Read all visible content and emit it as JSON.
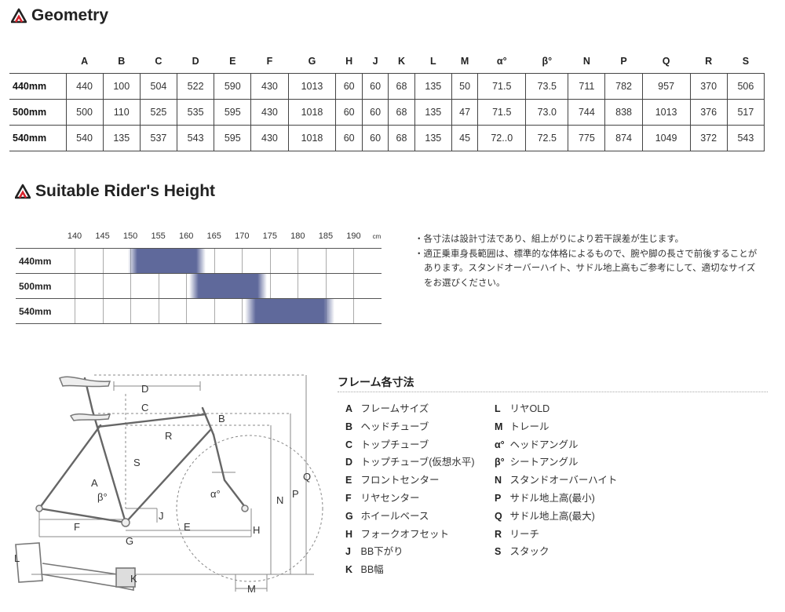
{
  "sections": {
    "geometry_title": "Geometry",
    "rider_title": "Suitable Rider's Height"
  },
  "geometry": {
    "columns": [
      "A",
      "B",
      "C",
      "D",
      "E",
      "F",
      "G",
      "H",
      "J",
      "K",
      "L",
      "M",
      "α°",
      "β°",
      "N",
      "P",
      "Q",
      "R",
      "S"
    ],
    "rows": [
      {
        "size": "440mm",
        "values": [
          "440",
          "100",
          "504",
          "522",
          "590",
          "430",
          "1013",
          "60",
          "60",
          "68",
          "135",
          "50",
          "71.5",
          "73.5",
          "711",
          "782",
          "957",
          "370",
          "506"
        ]
      },
      {
        "size": "500mm",
        "values": [
          "500",
          "110",
          "525",
          "535",
          "595",
          "430",
          "1018",
          "60",
          "60",
          "68",
          "135",
          "47",
          "71.5",
          "73.0",
          "744",
          "838",
          "1013",
          "376",
          "517"
        ]
      },
      {
        "size": "540mm",
        "values": [
          "540",
          "135",
          "537",
          "543",
          "595",
          "430",
          "1018",
          "60",
          "60",
          "68",
          "135",
          "45",
          "72..0",
          "72.5",
          "775",
          "874",
          "1049",
          "372",
          "543"
        ]
      }
    ]
  },
  "rider": {
    "scale": [
      "140",
      "145",
      "150",
      "155",
      "160",
      "165",
      "170",
      "175",
      "180",
      "185",
      "190"
    ],
    "unit": "cm",
    "rows": [
      {
        "size": "440mm",
        "from": 147,
        "to": 161
      },
      {
        "size": "500mm",
        "from": 158,
        "to": 172
      },
      {
        "size": "540mm",
        "from": 168,
        "to": 184
      }
    ]
  },
  "notes": [
    "・各寸法は設計寸法であり、組上がりにより若干誤差が生じます。",
    "・適正乗車身長範囲は、標準的な体格によるもので、腕や脚の長さで前後することがあります。スタンドオーバーハイト、サドル地上高もご参考にして、適切なサイズをお選びください。"
  ],
  "frame_legend": {
    "title": "フレーム各寸法",
    "left": [
      {
        "key": "A",
        "label": "フレームサイズ"
      },
      {
        "key": "B",
        "label": "ヘッドチューブ"
      },
      {
        "key": "C",
        "label": "トップチューブ"
      },
      {
        "key": "D",
        "label": "トップチューブ(仮想水平)"
      },
      {
        "key": "E",
        "label": "フロントセンター"
      },
      {
        "key": "F",
        "label": "リヤセンター"
      },
      {
        "key": "G",
        "label": "ホイールベース"
      },
      {
        "key": "H",
        "label": "フォークオフセット"
      },
      {
        "key": "J",
        "label": "BB下がり"
      },
      {
        "key": "K",
        "label": "BB幅"
      }
    ],
    "right": [
      {
        "key": "L",
        "label": "リヤOLD"
      },
      {
        "key": "M",
        "label": "トレール"
      },
      {
        "key": "α°",
        "label": "ヘッドアングル"
      },
      {
        "key": "β°",
        "label": "シートアングル"
      },
      {
        "key": "N",
        "label": "スタンドオーバーハイト"
      },
      {
        "key": "P",
        "label": "サドル地上高(最小)"
      },
      {
        "key": "Q",
        "label": "サドル地上高(最大)"
      },
      {
        "key": "R",
        "label": "リーチ"
      },
      {
        "key": "S",
        "label": "スタック"
      }
    ]
  },
  "diagram_labels": {
    "A": "A",
    "B": "B",
    "C": "C",
    "D": "D",
    "E": "E",
    "F": "F",
    "G": "G",
    "H": "H",
    "J": "J",
    "K": "K",
    "L": "L",
    "M": "M",
    "N": "N",
    "P": "P",
    "Q": "Q",
    "R": "R",
    "S": "S",
    "alpha": "α°",
    "beta": "β°"
  },
  "colors": {
    "accent_red": "#d9232d",
    "rider_bar": "#5f699b"
  }
}
